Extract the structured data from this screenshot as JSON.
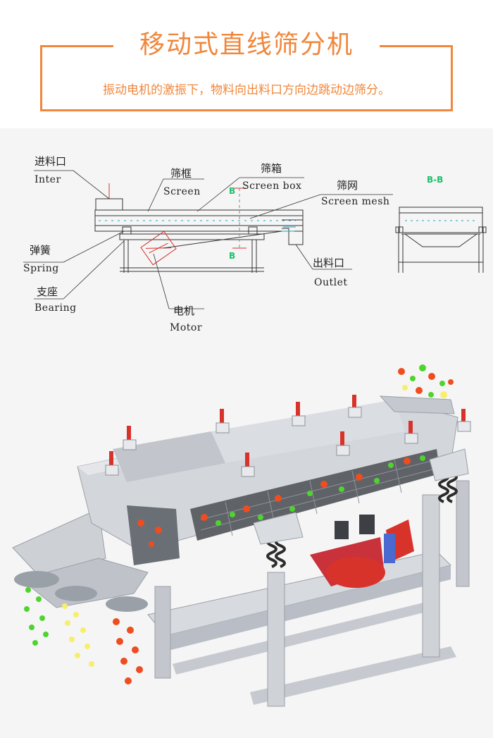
{
  "header": {
    "title": "移动式直线筛分机",
    "subtitle": "振动电机的激振下，物料向出料口方向边跳动边筛分。"
  },
  "labels": {
    "inlet_cn": "进料口",
    "inlet_en": "Inter",
    "screen_cn": "筛框",
    "screen_en": "Screen",
    "screenbox_cn": "筛箱",
    "screenbox_en": "Screen box",
    "mesh_cn": "筛网",
    "mesh_en": "Screen mesh",
    "spring_cn": "弹簧",
    "spring_en": "Spring",
    "outlet_cn": "出料口",
    "outlet_en": "Outlet",
    "bearing_cn": "支座",
    "bearing_en": "Bearing",
    "motor_cn": "电机",
    "motor_en": "Motor",
    "section_b_top": "B",
    "section_b_bottom": "B",
    "section_bb": "B-B"
  },
  "colors": {
    "accent": "#f0873c",
    "section_marker": "#1dbf6a",
    "motor_red": "#d8332b",
    "ball_orange": "#ef4d1f",
    "ball_green": "#4fd42e",
    "ball_yellow": "#f6ef6a",
    "machine_grey": "#c9ccd2"
  }
}
